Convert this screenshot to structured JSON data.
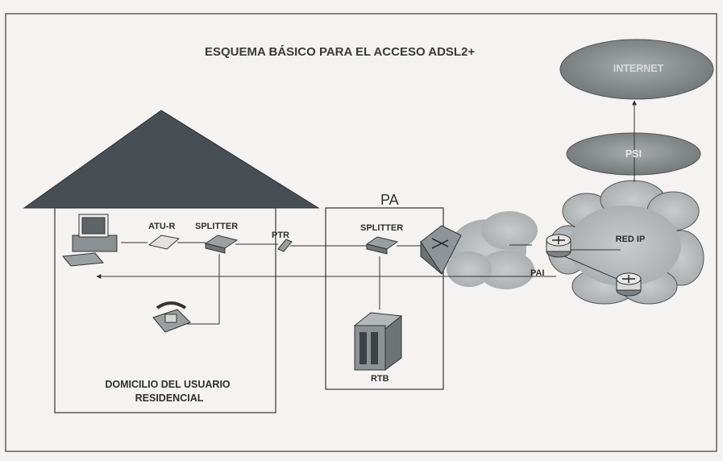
{
  "title": "ESQUEMA BÁSICO PARA EL ACCESO ADSL2+",
  "nodes": {
    "internet": "INTERNET",
    "psi": "PSI",
    "red_ip": "RED IP",
    "pa": "PA",
    "pai": "PAI",
    "atu_r": "ATU-R",
    "splitter_home": "SPLITTER",
    "ptr": "PTR",
    "splitter_pa": "SPLITTER",
    "rtb": "RTB"
  },
  "house_label": {
    "line1": "DOMICILIO DEL USUARIO",
    "line2": "RESIDENCIAL"
  },
  "colors": {
    "ink": "#2e2e2e",
    "roof": "#474f55",
    "ellipse": "#8a8f8e",
    "cloud": "#b9bdbd",
    "background": "#f4f3f1"
  }
}
